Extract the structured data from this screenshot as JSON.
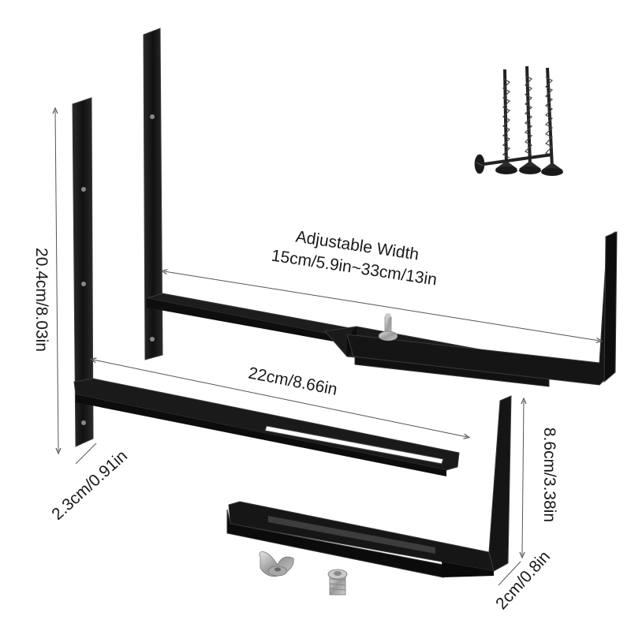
{
  "labels": {
    "adjustable_title": "Adjustable Width",
    "adjustable_range": "15cm/5.9in~33cm/13in",
    "arm_length": "22cm/8.66in",
    "height": "20.4cm/8.03in",
    "width_small": "2.3cm/0.91in",
    "lip_height": "8.6cm/3.38in",
    "lip_width": "2cm/0.8in"
  },
  "colors": {
    "metal": "#141414",
    "metal_edge": "#3a3a3a",
    "dimension_line": "#555555",
    "hardware": "#b8b8b8"
  },
  "hardware": {
    "screws": 3,
    "wing_nut": "wing-nut-icon",
    "bolt": "bolt-icon"
  }
}
